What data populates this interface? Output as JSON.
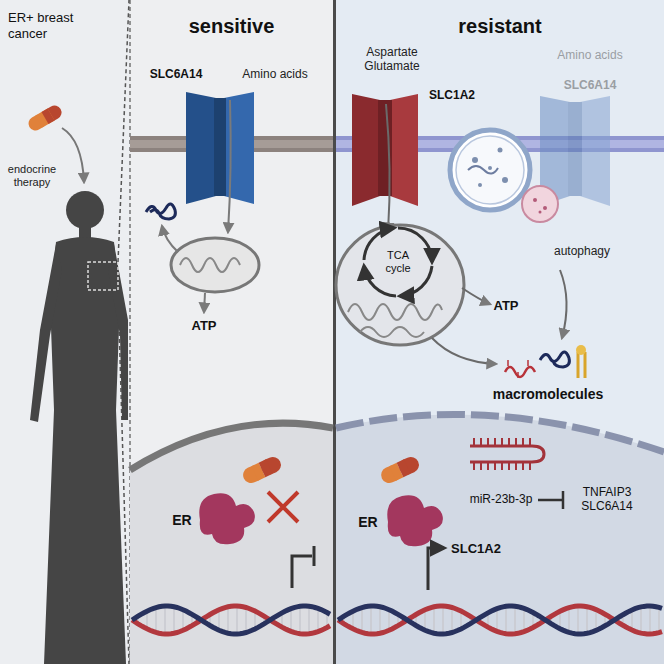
{
  "diagram": {
    "nodes": [
      {
        "text": [
          "ER+ breast cancer"
        ]
      },
      {
        "text": [
          "sensitive"
        ]
      },
      {
        "text": [
          "resistant"
        ]
      }
    ],
    "labels": [
      "endocrine therapy",
      "Amino acids",
      "SLC6A14",
      "ATP",
      "ER",
      "Aspartate Glutamate",
      "SLC1A2",
      "Amino acids",
      "SLC6A14",
      "TCA cycle",
      "autophagy",
      "ATP",
      "macromolecules",
      "ER",
      "miR-23b-3p",
      "TNFAIP3 SLC6A14",
      "SLC1A2"
    ]
  }
}
